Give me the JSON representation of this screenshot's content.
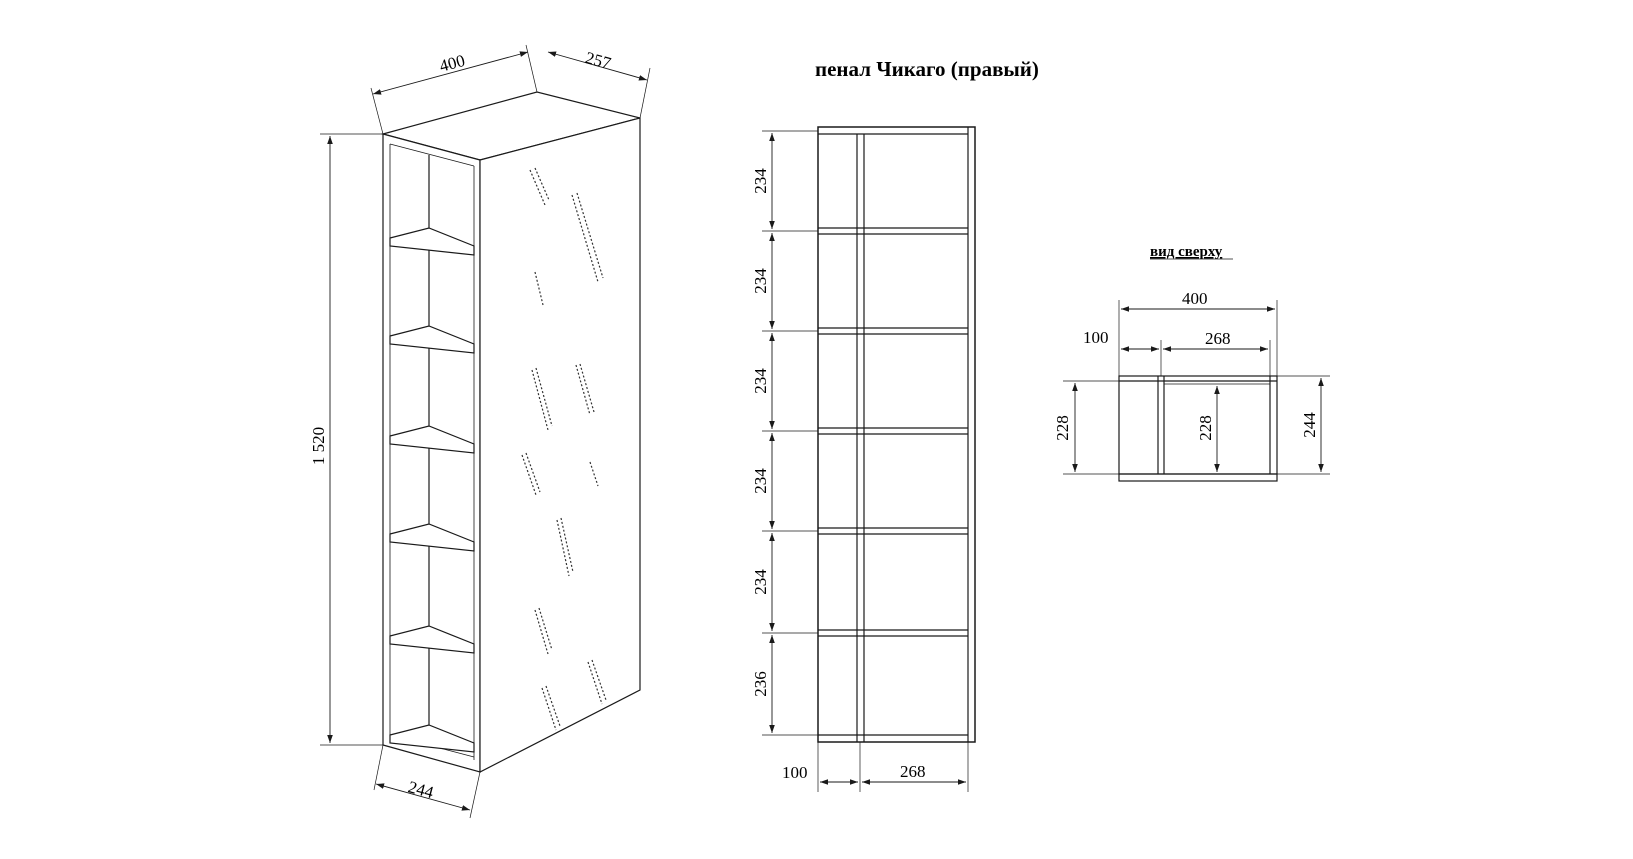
{
  "title": "пенал Чикаго (правый)",
  "top_view_label": "вид сверху",
  "iso": {
    "width": "400",
    "depth_top": "257",
    "height": "1 520",
    "depth_bottom": "244"
  },
  "front": {
    "sections": [
      "234",
      "234",
      "234",
      "234",
      "234",
      "236"
    ],
    "left_width": "100",
    "right_width": "268"
  },
  "top": {
    "total_width": "400",
    "left_width": "100",
    "right_width": "268",
    "inner_depth_left": "228",
    "inner_depth_mid": "228",
    "total_depth": "244"
  }
}
